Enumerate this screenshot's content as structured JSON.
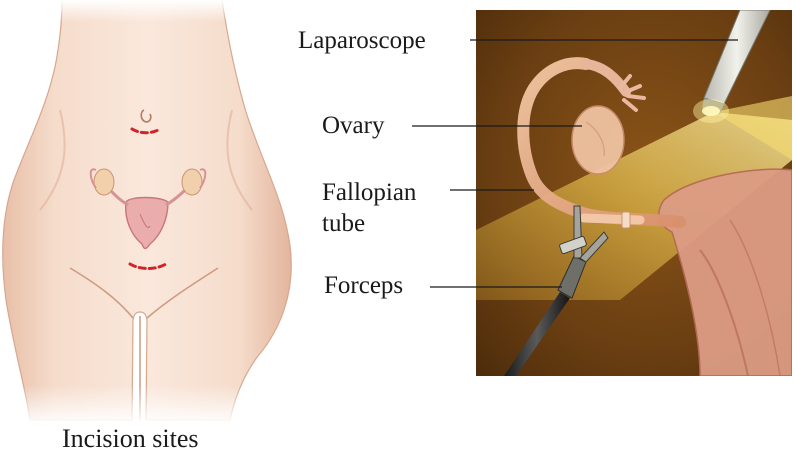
{
  "caption": "Incision sites",
  "labels": {
    "laparoscope": "Laparoscope",
    "ovary": "Ovary",
    "fallopian_tube": "Fallopian tube",
    "forceps": "Forceps"
  },
  "colors": {
    "skin": "#f4d8c6",
    "skin_shadow": "#dcae97",
    "incision": "#d2232a",
    "organ": "#e7a3a3",
    "panel_background": "#6b3f12",
    "light_beam": "#f3d25b",
    "tissue": "#e8b48c",
    "forceps_shaft": "#2c2c2c",
    "scope_body": "#d9d9d3"
  },
  "icons": {
    "laparoscope": "laparoscope-instrument",
    "forceps": "forceps-instrument",
    "body": "female-torso-illustration"
  }
}
